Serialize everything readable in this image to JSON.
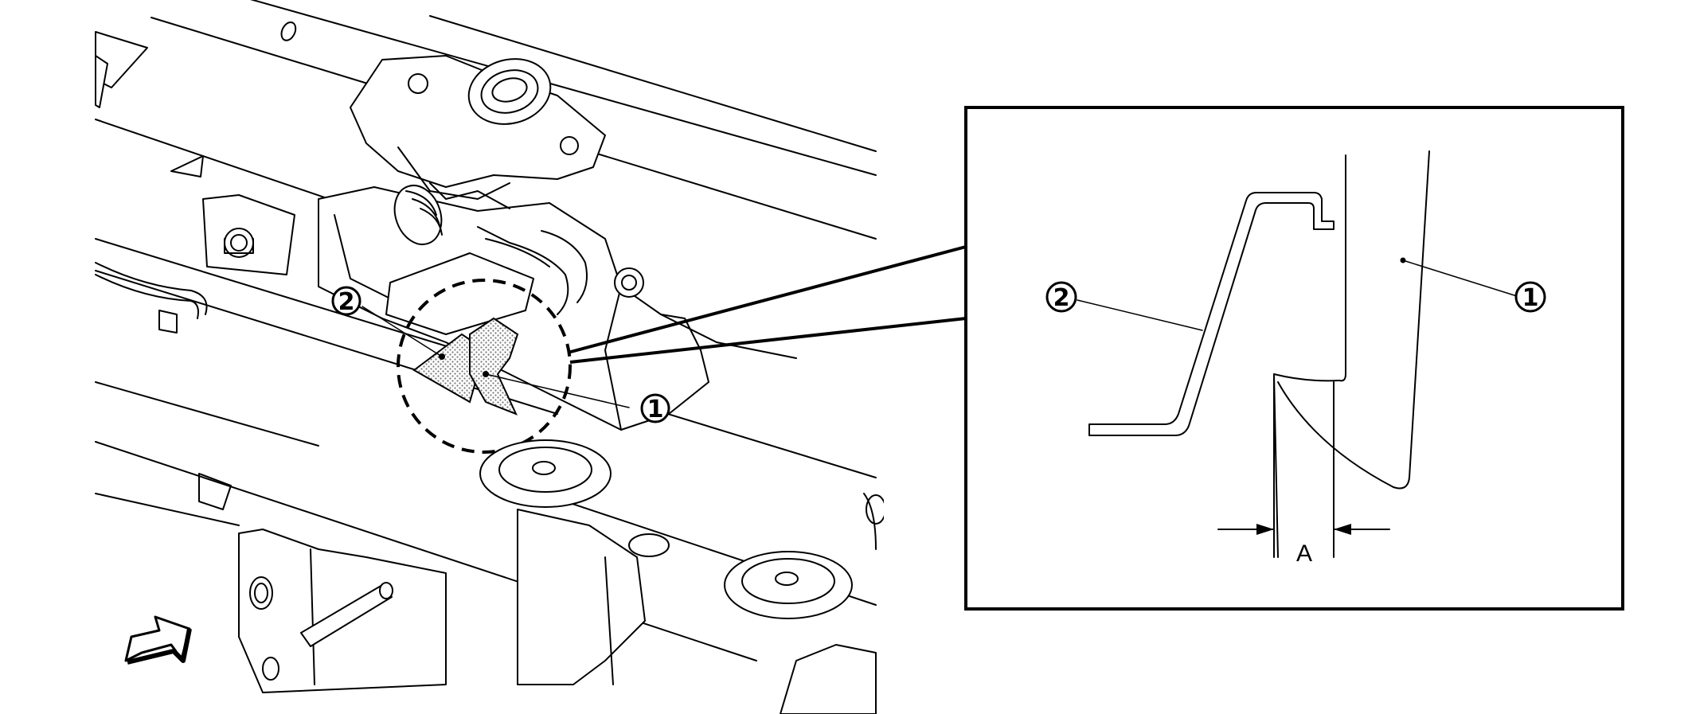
{
  "diagram": {
    "callouts": {
      "part_1": "1",
      "part_2": "2"
    },
    "dimension_label": "A",
    "icons": [
      "front-direction-arrow-icon"
    ],
    "colors": {
      "line": "#000000",
      "background": "#ffffff",
      "stipple": "#9a9a9a"
    }
  }
}
